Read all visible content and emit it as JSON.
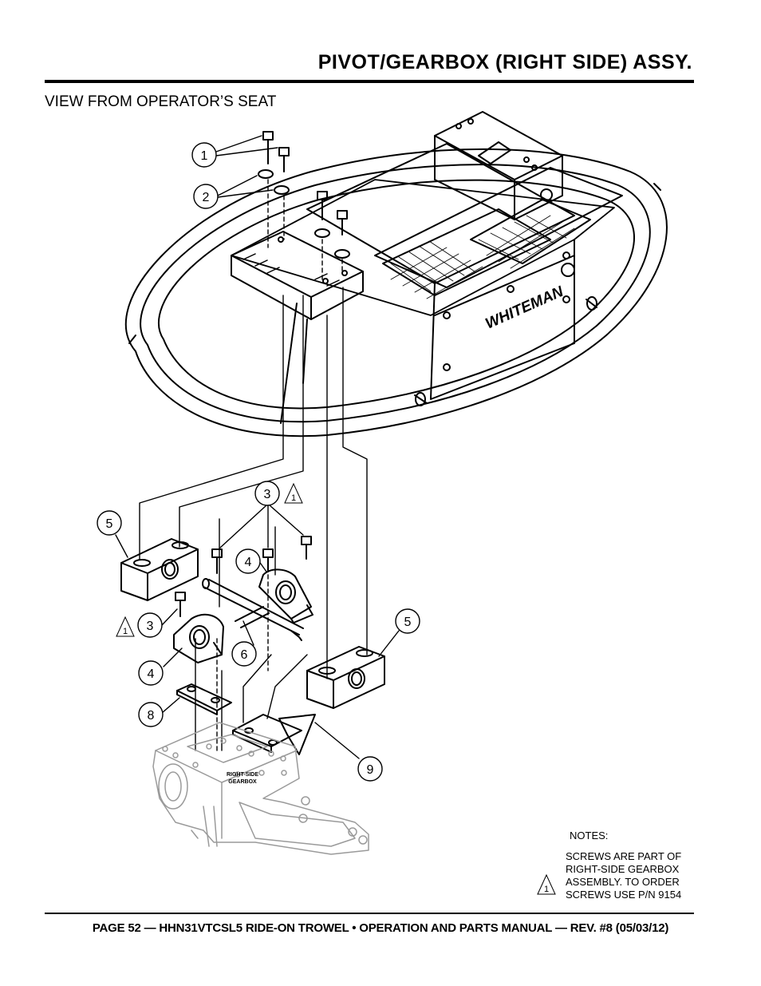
{
  "header": {
    "title": "PIVOT/GEARBOX (RIGHT SIDE) ASSY.",
    "subtitle": "VIEW FROM OPERATOR’S SEAT"
  },
  "diagram": {
    "callouts": [
      "1",
      "2",
      "3",
      "3",
      "4",
      "4",
      "5",
      "5",
      "6",
      "8",
      "9"
    ],
    "callout_1": "1",
    "callout_2": "2",
    "callout_3a": "3",
    "callout_3b": "3",
    "callout_4a": "4",
    "callout_4b": "4",
    "callout_5a": "5",
    "callout_5b": "5",
    "callout_6": "6",
    "callout_8": "8",
    "callout_9": "9",
    "note_flag": "1",
    "gearbox_label_line1": "RIGHT-SIDE",
    "gearbox_label_line2": "GEARBOX",
    "brand": "WHITEMAN"
  },
  "notes": {
    "heading": "NOTES:",
    "lines": [
      "SCREWS ARE PART OF",
      "RIGHT-SIDE GEARBOX",
      "ASSEMBLY. TO ORDER",
      "SCREWS USE P/N 9154"
    ]
  },
  "footer": {
    "text": "PAGE 52 — HHN31VTCSL5 RIDE-ON TROWEL • OPERATION AND PARTS MANUAL — REV. #8 (05/03/12)"
  }
}
